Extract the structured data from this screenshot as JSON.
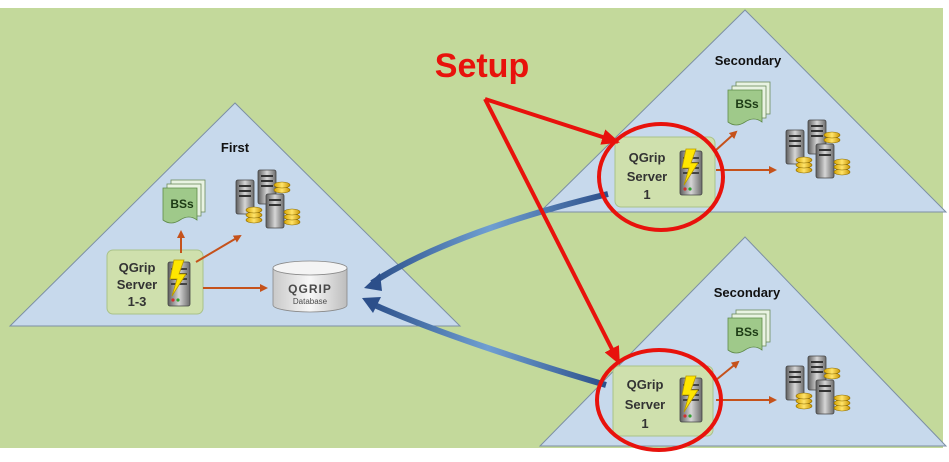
{
  "background_color": "#c3d99b",
  "triangle_fill": "#c7d9ec",
  "accent_red": "#e8120c",
  "sites": {
    "first": {
      "title": "First",
      "bs_label": "BSs",
      "server_label": [
        "QGrip",
        "Server",
        "1-3"
      ],
      "database_logo": "QGRIP",
      "database_label": "Database"
    },
    "secondary_top": {
      "title": "Secondary",
      "bs_label": "BSs",
      "server_label": [
        "QGrip",
        "Server",
        "1"
      ]
    },
    "secondary_bottom": {
      "title": "Secondary",
      "bs_label": "BSs",
      "server_label": [
        "QGrip",
        "Server",
        "1"
      ]
    }
  },
  "callout": {
    "label": "Setup"
  },
  "icons": [
    "document-stack-icon",
    "server-rack-icon",
    "database-icon",
    "lightning-icon",
    "server-with-coins-icon"
  ]
}
